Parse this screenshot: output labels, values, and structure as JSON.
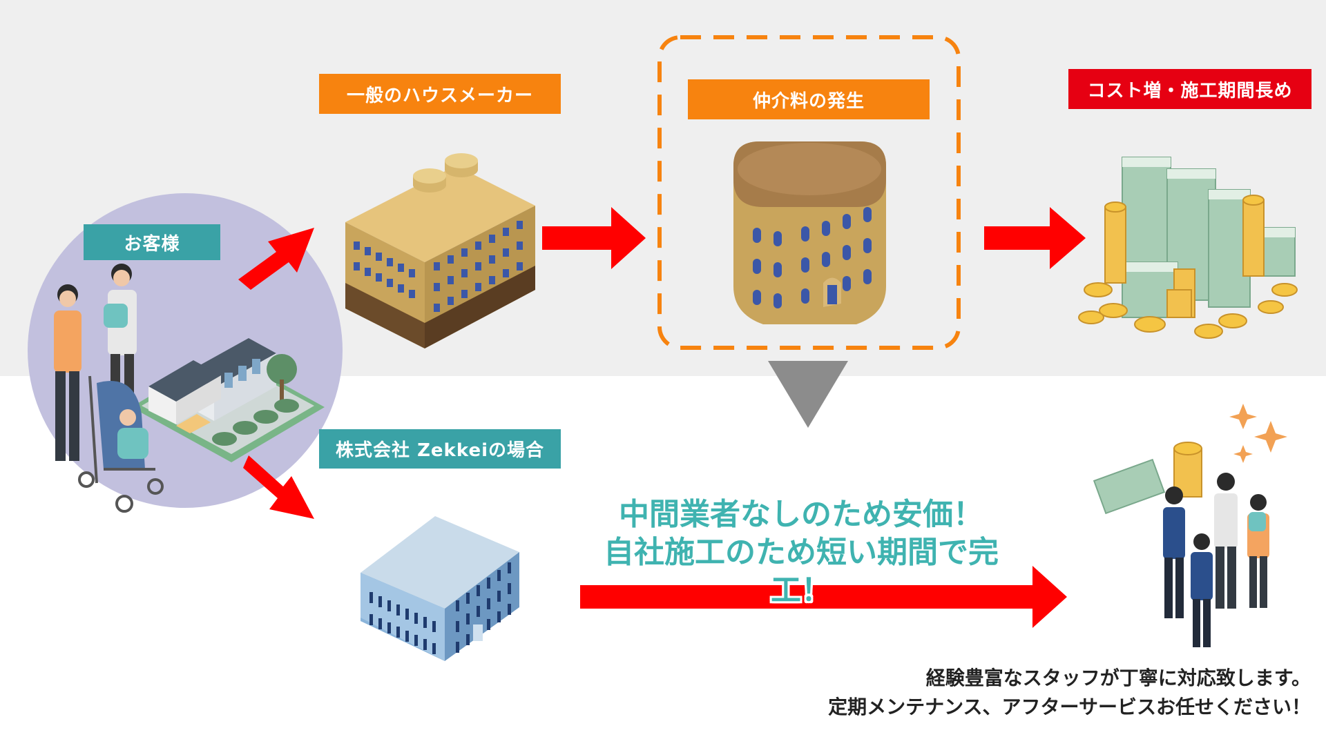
{
  "labels": {
    "customer": "お客様",
    "general_maker": "一般のハウスメーカー",
    "commission": "仲介料の発生",
    "cost_increase": "コスト増・施工期間長め",
    "zekkei": "株式会社 Zekkeiの場合"
  },
  "slogan": {
    "line1": "中間業者なしのため安価！",
    "line2": "自社施工のため短い期間で完工！"
  },
  "closing": {
    "line1": "経験豊富なスタッフが丁寧に対応致します。",
    "line2": "定期メンテナンス、アフターサービスお任せください！"
  },
  "colors": {
    "orange": "#f7830f",
    "teal": "#3aa2a6",
    "red": "#e60012",
    "arrow_red": "#ff0000",
    "gray_pointer": "#8c8c8c"
  }
}
